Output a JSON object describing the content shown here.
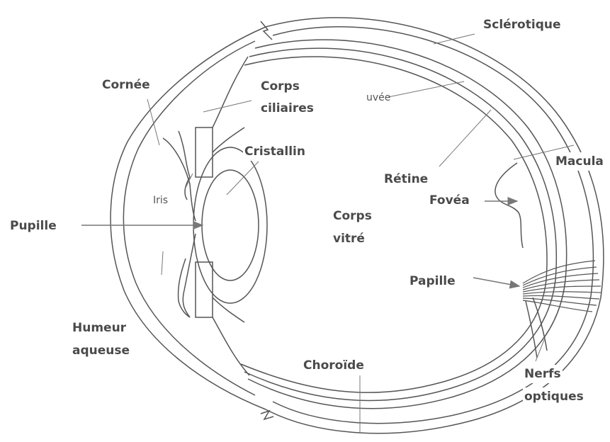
{
  "labels": {
    "sclerotique": "Sclérotique",
    "cornee": "Cornée",
    "corps_ciliaires_1": "Corps",
    "corps_ciliaires_2": "ciliaires",
    "uvee": "uvée",
    "cristallin": "Cristallin",
    "retine": "Rétine",
    "macula": "Macula",
    "iris": "Iris",
    "fovea": "Fovéa",
    "pupille": "Pupille",
    "corps_vitre_1": "Corps",
    "corps_vitre_2": "vitré",
    "papille": "Papille",
    "humeur_1": "Humeur",
    "humeur_2": "aqueuse",
    "choroide": "Choroïde",
    "nerfs_1": "Nerfs",
    "nerfs_2": "optiques"
  },
  "colors": {
    "line": "#555555",
    "label_text": "#4a4a4a",
    "arrow": "#777777"
  }
}
